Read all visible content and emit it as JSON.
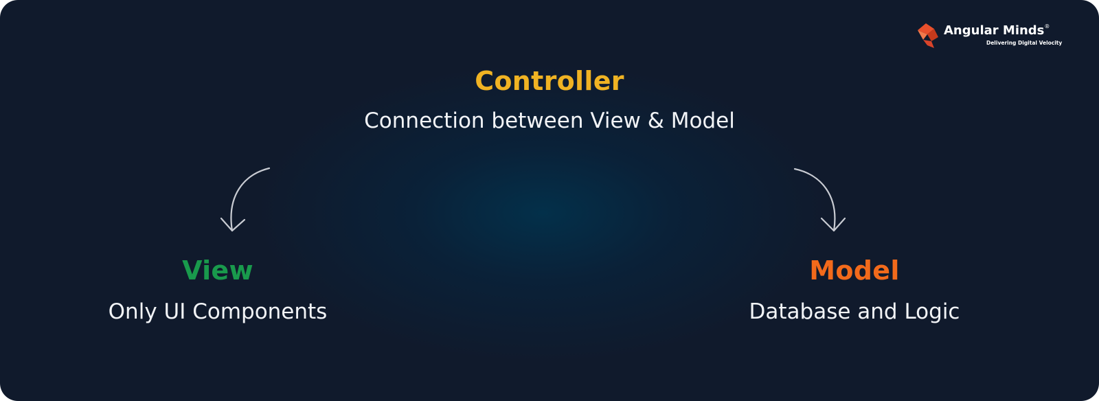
{
  "colors": {
    "background": "#111a2c",
    "controller": "#f0b323",
    "view": "#199a4c",
    "model": "#f26a1b",
    "text": "#f2f4f7",
    "arrow": "#c9ccd3",
    "logo": "#e8502c"
  },
  "brand": {
    "logo_icon": "angular-minds-logo-icon",
    "name": "Angular Minds",
    "registered_mark": "®",
    "tagline": "Delivering Digital Velocity"
  },
  "nodes": {
    "controller": {
      "title": "Controller",
      "description": "Connection between View & Model"
    },
    "view": {
      "title": "View",
      "description": "Only UI Components"
    },
    "model": {
      "title": "Model",
      "description": "Database and Logic"
    }
  },
  "edges": [
    {
      "from": "controller",
      "to": "view"
    },
    {
      "from": "controller",
      "to": "model"
    }
  ]
}
